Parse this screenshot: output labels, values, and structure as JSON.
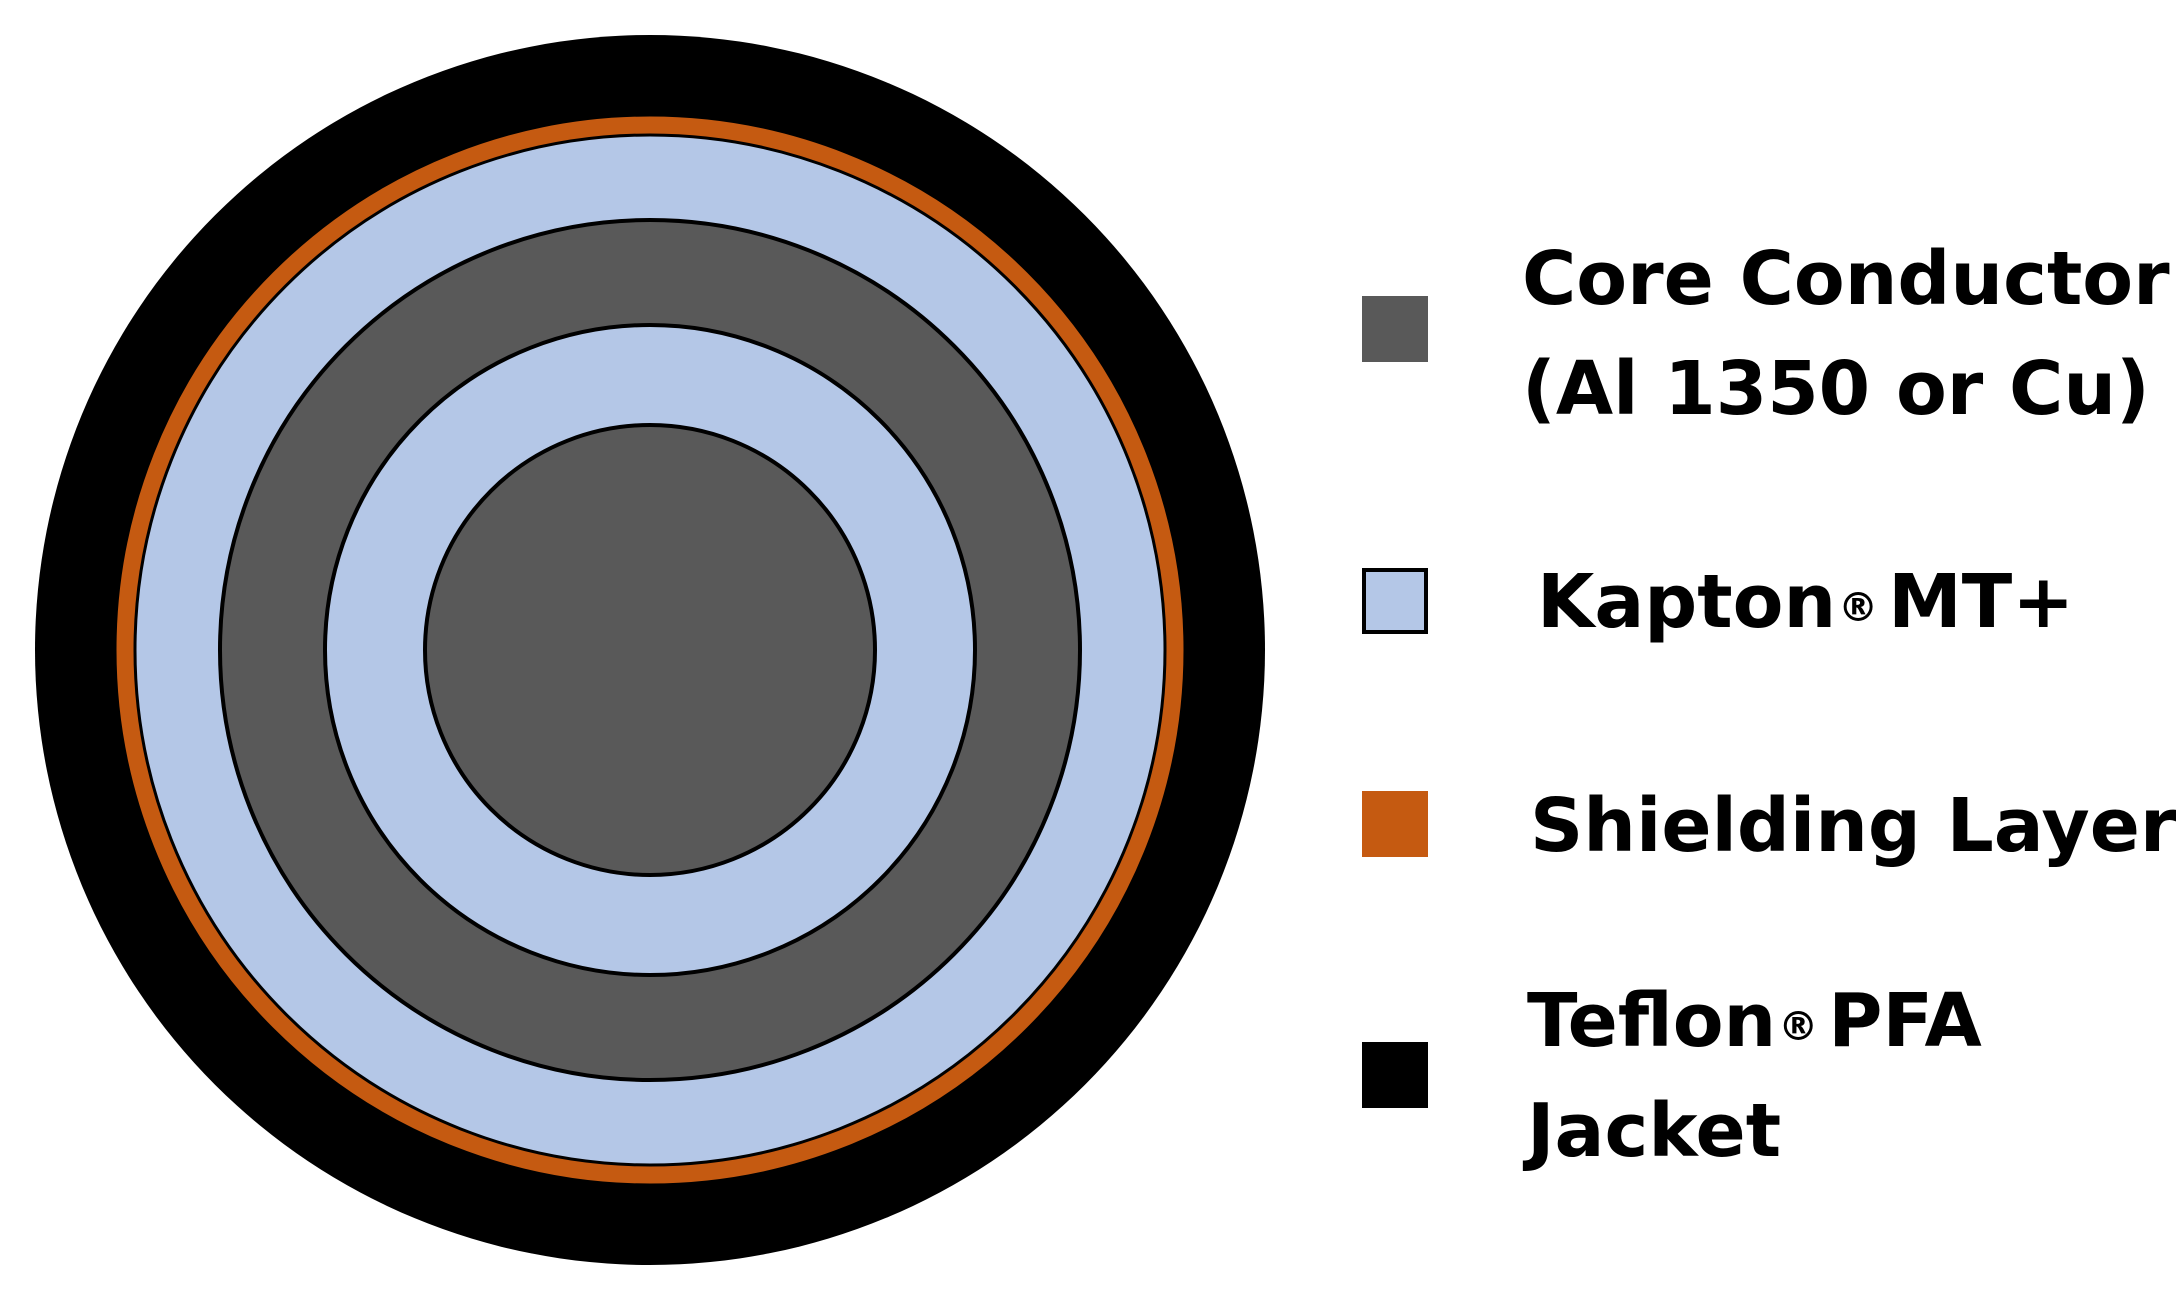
{
  "legend": {
    "items": [
      {
        "key": "core",
        "line1": "Core Conductor",
        "line2": "(Al 1350 or Cu)",
        "color": "#595959"
      },
      {
        "key": "kapton",
        "name": "Kapton",
        "mark": "®",
        "suffix": "MT+",
        "color": "#b4c7e7"
      },
      {
        "key": "shield",
        "line1": "Shielding Layer",
        "color": "#c55a11"
      },
      {
        "key": "jacket",
        "name": "Teflon",
        "mark": "®",
        "suffix": "PFA",
        "line2": "Jacket",
        "color": "#000000"
      }
    ]
  },
  "colors": {
    "outline": "#000000",
    "background": "#ffffff"
  }
}
